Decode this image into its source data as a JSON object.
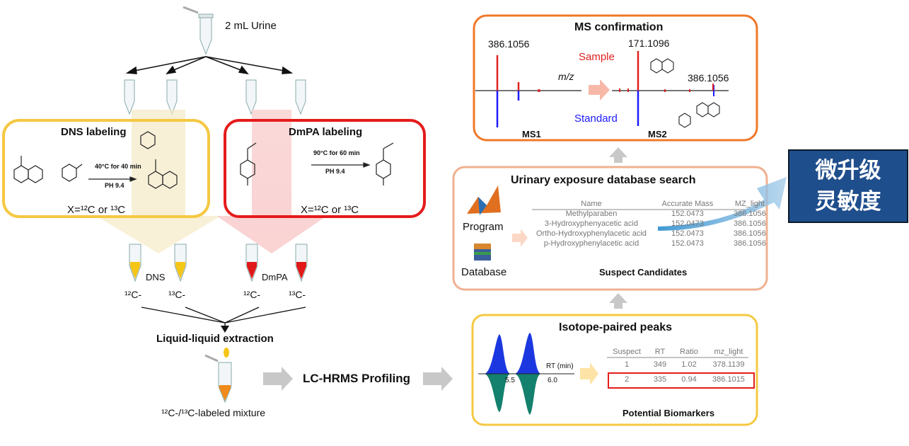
{
  "urine_label": "2 mL Urine",
  "dns": {
    "title": "DNS labeling",
    "conditions_temp": "40°C for 40 min",
    "conditions_ph": "PH 9.4",
    "x_label": "X=¹²C or ¹³C",
    "tube_label": "DNS"
  },
  "dmpa": {
    "title": "DmPA labeling",
    "conditions_temp": "90°C for 60 min",
    "conditions_ph": "PH 9.4",
    "x_label": "X=¹²C or ¹³C",
    "tube_label": "DmPA"
  },
  "isotope_labels": [
    "¹²C-",
    "¹³C-",
    "¹²C-",
    "¹³C-"
  ],
  "extraction": "Liquid-liquid extraction",
  "mixture": "¹²C-/¹³C-labeled mixture",
  "profiling": "LC-HRMS Profiling",
  "ms": {
    "title": "MS confirmation",
    "peak1": "386.1056",
    "peak2": "171.1096",
    "peak3": "386.1056",
    "mz": "m/z",
    "sample": "Sample",
    "standard": "Standard",
    "ms1": "MS1",
    "ms2": "MS2",
    "sample_color": "#e02020",
    "standard_color": "#1a1aff"
  },
  "search": {
    "title": "Urinary exposure database search",
    "program": "Program",
    "database": "Database",
    "headers": [
      "Name",
      "Accurate  Mass",
      "MZ_light"
    ],
    "rows": [
      [
        "Methylparaben",
        "152.0473",
        "386.1056"
      ],
      [
        "3-Hydroxyphenyacetic acid",
        "152.0473",
        "386.1056"
      ],
      [
        "Ortho-Hydroxyphenylacetic acid",
        "152.0473",
        "386.1056"
      ],
      [
        "p-Hydroxyphenylacetic acid",
        "152.0473",
        "386.1056"
      ]
    ],
    "caption": "Suspect Candidates"
  },
  "isotope": {
    "title": "Isotope-paired peaks",
    "rt_label": "RT (min)",
    "tick1": "5.5",
    "tick2": "6.0",
    "headers": [
      "Suspect",
      "RT",
      "Ratio",
      "mz_light"
    ],
    "rows": [
      [
        "1",
        "349",
        "1.02",
        "378.1139"
      ],
      [
        "2",
        "335",
        "0.94",
        "386.1015"
      ]
    ],
    "caption": "Potential Biomarkers"
  },
  "badge": {
    "line1": "微升级",
    "line2": "灵敏度",
    "color": "#1f4e8c"
  },
  "colors": {
    "dns_border": "#f5c842",
    "dmpa_border": "#e51b1b",
    "ms_border": "#f07828",
    "search_border": "#f0b090",
    "iso_border": "#f5c842",
    "highlight": "#e51b1b"
  }
}
